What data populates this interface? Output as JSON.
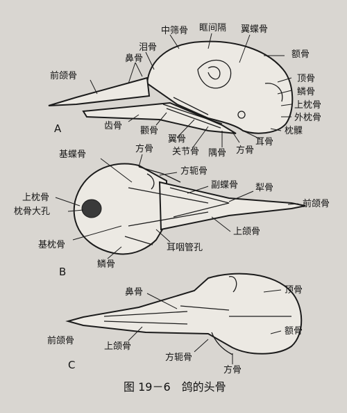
{
  "labels_a": {
    "zhongshai": "中筛骨",
    "kuangjiange": "眶间隔",
    "yidiegu": "翼蝶骨",
    "leigu": "泪骨",
    "bigu": "鼻骨",
    "egu": "额骨",
    "qianhegu": "前颌骨",
    "dinggu": "顶骨",
    "lingu": "鳞骨",
    "shangzhengu": "上枕骨",
    "waizhengu": "外枕骨",
    "chigu": "齿骨",
    "quangu": "颧骨",
    "yigu": "翼骨",
    "erkgu": "耳骨",
    "zhenke": "枕髁",
    "guanjiegu": "关节骨",
    "gegu": "隅骨",
    "fanggu": "方骨",
    "tag": "A"
  },
  "labels_b": {
    "jidiegu": "基蝶骨",
    "fanggu": "方骨",
    "fangqugu": "方轭骨",
    "fudiegu": "副蝶骨",
    "ligu": "犁骨",
    "shangzhengu": "上枕骨",
    "qianhegu": "前颌骨",
    "zhengudakong": "枕骨大孔",
    "shanghegu": "上颌骨",
    "jizhengu": "基枕骨",
    "eryanguankong": "耳咽管孔",
    "lingu": "鳞骨",
    "tag": "B"
  },
  "labels_c": {
    "bigu": "鼻骨",
    "dinggu": "顶骨",
    "egu": "额骨",
    "qianhegu": "前颌骨",
    "shanghegu": "上颌骨",
    "fangqugu": "方轭骨",
    "fanggu": "方骨",
    "tag": "C"
  },
  "caption": "图 19－6　鸽的头骨"
}
